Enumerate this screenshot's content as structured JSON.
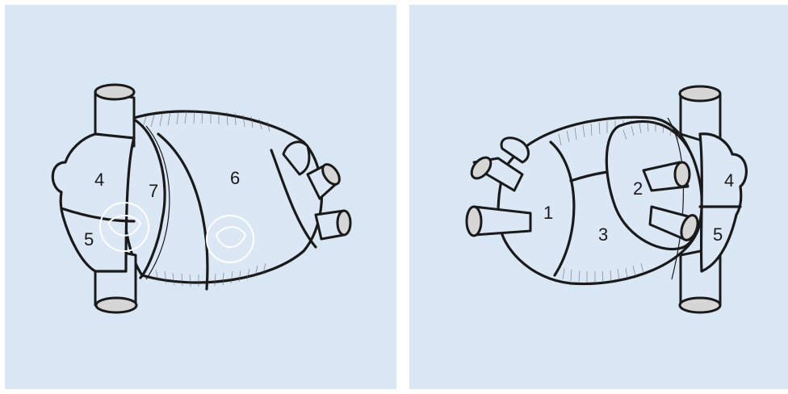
{
  "left_panel": {
    "labels": {
      "l4": "4",
      "l5": "5",
      "l6": "6",
      "l7": "7"
    }
  },
  "right_panel": {
    "labels": {
      "l1": "1",
      "l2": "2",
      "l3": "3",
      "l4": "4",
      "l5": "5"
    }
  },
  "colors": {
    "panel_background": "#d9e7f5",
    "outline": "#1a1a1a",
    "vessel_opening": "#d6d6d6",
    "valve_ring": "#ffffff"
  }
}
